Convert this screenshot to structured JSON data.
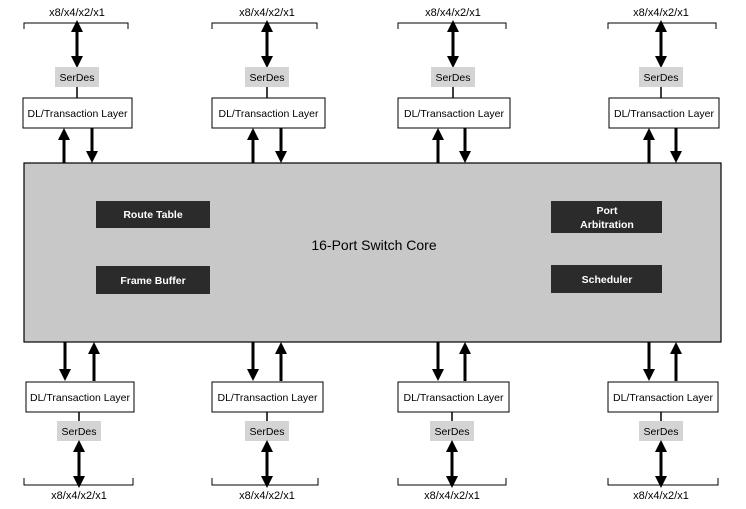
{
  "core": {
    "title": "16-Port Switch Core",
    "blocks": {
      "route_table": "Route Table",
      "frame_buffer": "Frame Buffer",
      "port_arbitration_line1": "Port",
      "port_arbitration_line2": "Arbitration",
      "scheduler": "Scheduler"
    }
  },
  "ports": {
    "top": [
      {
        "link": "x8/x4/x2/x1",
        "serdes": "SerDes",
        "layer": "DL/Transaction Layer"
      },
      {
        "link": "x8/x4/x2/x1",
        "serdes": "SerDes",
        "layer": "DL/Transaction Layer"
      },
      {
        "link": "x8/x4/x2/x1",
        "serdes": "SerDes",
        "layer": "DL/Transaction Layer"
      },
      {
        "link": "x8/x4/x2/x1",
        "serdes": "SerDes",
        "layer": "DL/Transaction Layer"
      }
    ],
    "bottom": [
      {
        "link": "x8/x4/x2/x1",
        "serdes": "SerDes",
        "layer": "DL/Transaction Layer"
      },
      {
        "link": "x8/x4/x2/x1",
        "serdes": "SerDes",
        "layer": "DL/Transaction Layer"
      },
      {
        "link": "x8/x4/x2/x1",
        "serdes": "SerDes",
        "layer": "DL/Transaction Layer"
      },
      {
        "link": "x8/x4/x2/x1",
        "serdes": "SerDes",
        "layer": "DL/Transaction Layer"
      }
    ]
  },
  "colors": {
    "core_fill": "#c8c8c8",
    "block_fill": "#2b2b2b",
    "serdes_fill": "#d4d4d4",
    "layer_fill": "#ffffff",
    "stroke": "#000000"
  }
}
